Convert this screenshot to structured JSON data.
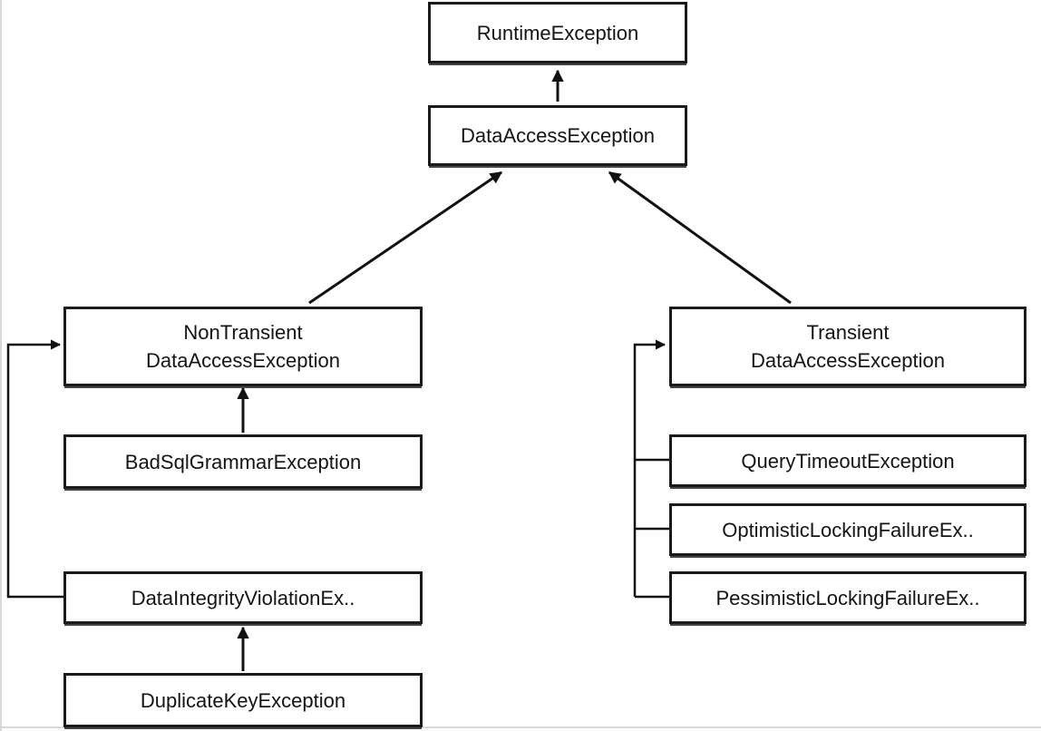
{
  "diagram": {
    "type": "class-hierarchy",
    "nodes": {
      "runtime": "RuntimeException",
      "data_access": "DataAccessException",
      "non_transient": "NonTransient\nDataAccessException",
      "transient": "Transient\nDataAccessException",
      "bad_sql_grammar": "BadSqlGrammarException",
      "data_integrity_violation": "DataIntegrityViolationEx..",
      "duplicate_key": "DuplicateKeyException",
      "query_timeout": "QueryTimeoutException",
      "optimistic_locking": "OptimisticLockingFailureEx..",
      "pessimistic_locking": "PessimisticLockingFailureEx.."
    },
    "edges": [
      {
        "from": "data_access",
        "to": "runtime"
      },
      {
        "from": "non_transient",
        "to": "data_access"
      },
      {
        "from": "transient",
        "to": "data_access"
      },
      {
        "from": "bad_sql_grammar",
        "to": "non_transient"
      },
      {
        "from": "data_integrity_violation",
        "to": "non_transient"
      },
      {
        "from": "duplicate_key",
        "to": "data_integrity_violation"
      },
      {
        "from": "query_timeout",
        "to": "transient"
      },
      {
        "from": "optimistic_locking",
        "to": "transient"
      },
      {
        "from": "pessimistic_locking",
        "to": "transient"
      }
    ],
    "colors": {
      "line": "#111111",
      "box_border": "#1a1a1a",
      "background": "#ffffff"
    }
  }
}
